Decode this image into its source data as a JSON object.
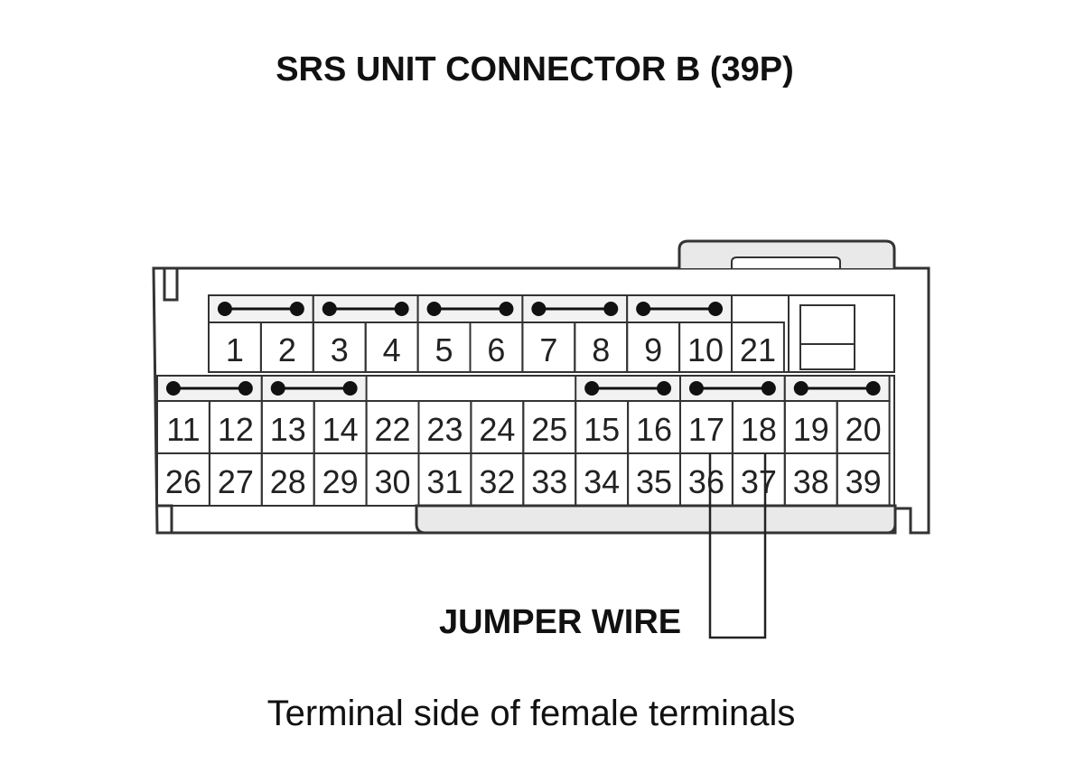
{
  "title": "SRS UNIT CONNECTOR B (39P)",
  "jumper_label": "JUMPER WIRE",
  "caption": "Terminal side of female terminals",
  "connector": {
    "row1": [
      "1",
      "2",
      "3",
      "4",
      "5",
      "6",
      "7",
      "8",
      "9",
      "10",
      "21"
    ],
    "row2": [
      "11",
      "12",
      "13",
      "14",
      "22",
      "23",
      "24",
      "25",
      "15",
      "16",
      "17",
      "18",
      "19",
      "20"
    ],
    "row3": [
      "26",
      "27",
      "28",
      "29",
      "30",
      "31",
      "32",
      "33",
      "34",
      "35",
      "36",
      "37",
      "38",
      "39"
    ],
    "shorting_bars_row1": [
      [
        "1",
        "2"
      ],
      [
        "3",
        "4"
      ],
      [
        "5",
        "6"
      ],
      [
        "7",
        "8"
      ],
      [
        "9",
        "10"
      ]
    ],
    "shorting_bars_row2": [
      [
        "11",
        "12"
      ],
      [
        "13",
        "14"
      ],
      [
        "15",
        "16"
      ],
      [
        "17",
        "18"
      ],
      [
        "19",
        "20"
      ]
    ],
    "jumper_between": [
      "17",
      "18"
    ]
  },
  "colors": {
    "line": "#333333",
    "housing_fill": "#ffffff",
    "shroud_fill": "#e9e9e9",
    "bar_fill": "#f2f2f2"
  }
}
